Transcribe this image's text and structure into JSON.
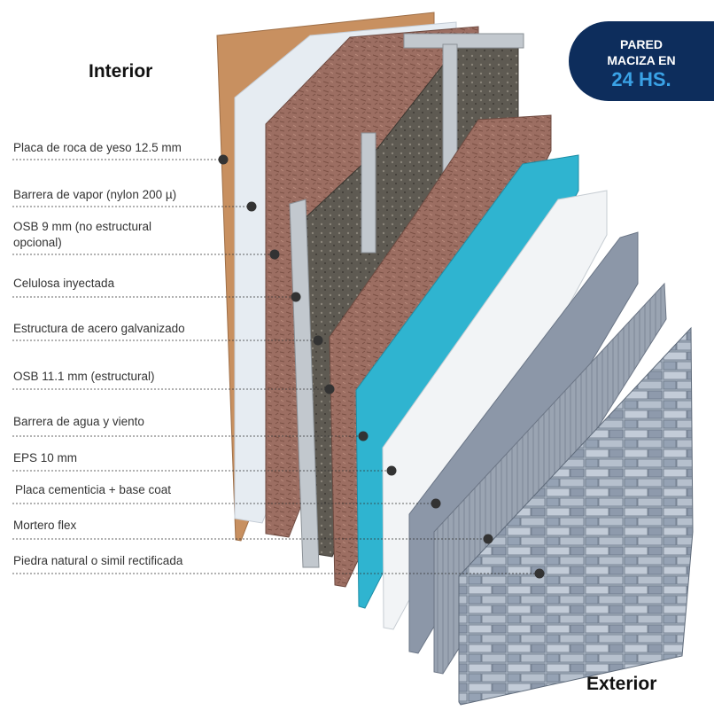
{
  "headings": {
    "interior": "Interior",
    "exterior": "Exterior"
  },
  "badge": {
    "line1": "PARED",
    "line2": "MACIZA EN",
    "line3": "24 HS."
  },
  "layers": [
    {
      "id": "yeso",
      "label": "Placa de roca de yeso 12.5 mm",
      "color": "#c89060"
    },
    {
      "id": "vapor",
      "label": "Barrera de vapor (nylon 200 µ)",
      "color": "#e6ecf2"
    },
    {
      "id": "osb9",
      "label": "OSB 9 mm (no estructural\nopcional)",
      "color": "#9c6e62"
    },
    {
      "id": "celulosa",
      "label": "Celulosa inyectada",
      "color": "#5e5a52"
    },
    {
      "id": "acero",
      "label": "Estructura de acero galvanizado",
      "color": "#c2c8ce"
    },
    {
      "id": "osb11",
      "label": "OSB 11.1 mm (estructural)",
      "color": "#9a6a5e"
    },
    {
      "id": "agua",
      "label": "Barrera de agua y viento",
      "color": "#2fb4d0"
    },
    {
      "id": "eps",
      "label": "EPS 10 mm",
      "color": "#f2f4f6"
    },
    {
      "id": "cementicia",
      "label": "Placa cementicia + base coat",
      "color": "#8c97a8"
    },
    {
      "id": "mortero",
      "label": "Mortero flex",
      "color": "#9ea6b2"
    },
    {
      "id": "piedra",
      "label": "Piedra natural o simil rectificada",
      "color": "#a9b4c2"
    }
  ]
}
